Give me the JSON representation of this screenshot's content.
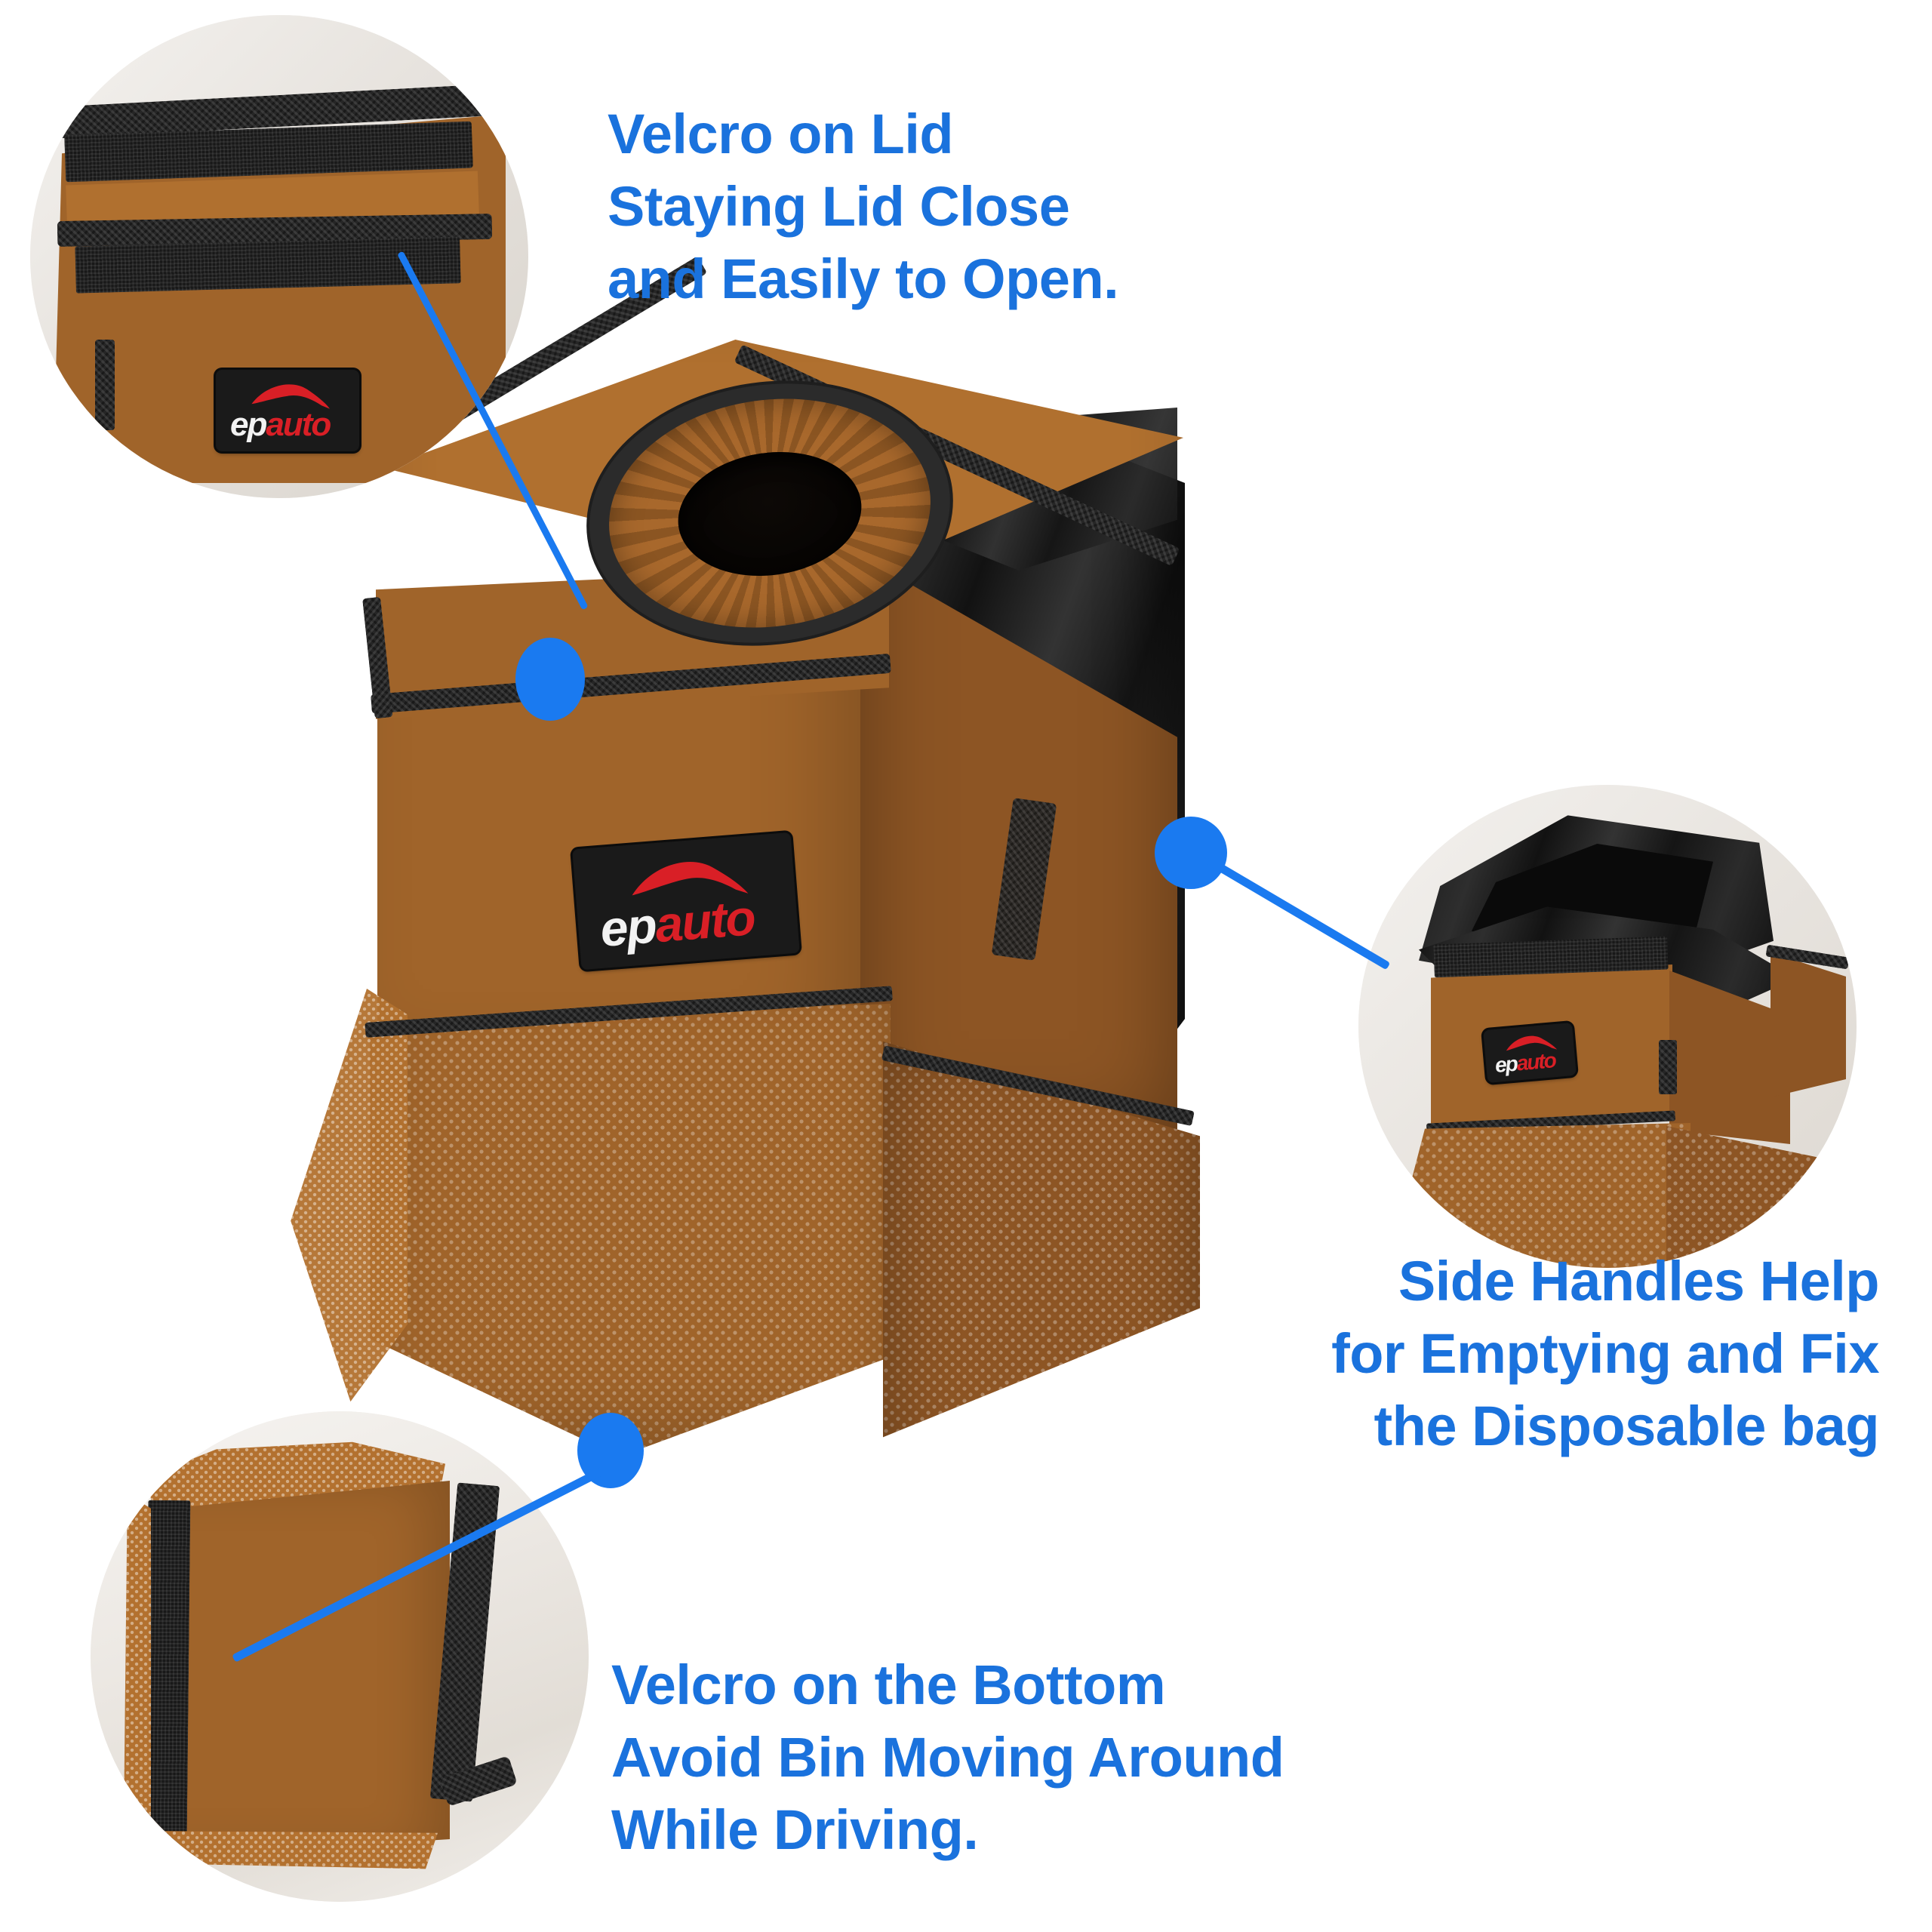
{
  "page": {
    "title": "EPAuto Car Trash Can Feature Infographic",
    "background_color": "#ffffff",
    "accent_blue": "#1a72dd",
    "marker_blue": "#1a7af0",
    "fabric_brown": "#a0642a",
    "trim_black": "#262626",
    "logo_red": "#d91f26"
  },
  "brand": {
    "name": "epauto",
    "part_ep": "ep",
    "part_auto": "auto"
  },
  "callouts": [
    {
      "id": "velcro-on-lid",
      "text": "Velcro on Lid\nStaying Lid Close\nand Easily to Open.",
      "lines": [
        "Velcro on Lid",
        "Staying Lid Close",
        "and Easily to Open."
      ],
      "align": "left"
    },
    {
      "id": "side-handles",
      "text": "Side Handles Help\nfor Emptying and Fix\nthe Disposable bag",
      "lines": [
        "Side Handles Help",
        "for Emptying and Fix",
        "the Disposable bag"
      ],
      "align": "right"
    },
    {
      "id": "velcro-on-bottom",
      "text": "Velcro on the Bottom\nAvoid Bin Moving Around\nWhile Driving.",
      "lines": [
        "Velcro on the Bottom",
        "Avoid Bin Moving Around",
        "While Driving."
      ],
      "align": "left"
    }
  ],
  "insets": [
    {
      "id": "lid-velcro-closeup",
      "caption_ref": "velcro-on-lid"
    },
    {
      "id": "open-bin-liner-closeup",
      "caption_ref": "side-handles"
    },
    {
      "id": "bottom-velcro-closeup",
      "caption_ref": "velcro-on-bottom"
    }
  ],
  "product": {
    "name": "Car Trash Can with Lid",
    "features": [
      "velcro lid closure",
      "elastic round opening",
      "mesh side pockets",
      "side handles",
      "disposable bag liner",
      "velcro bottom strip"
    ]
  }
}
